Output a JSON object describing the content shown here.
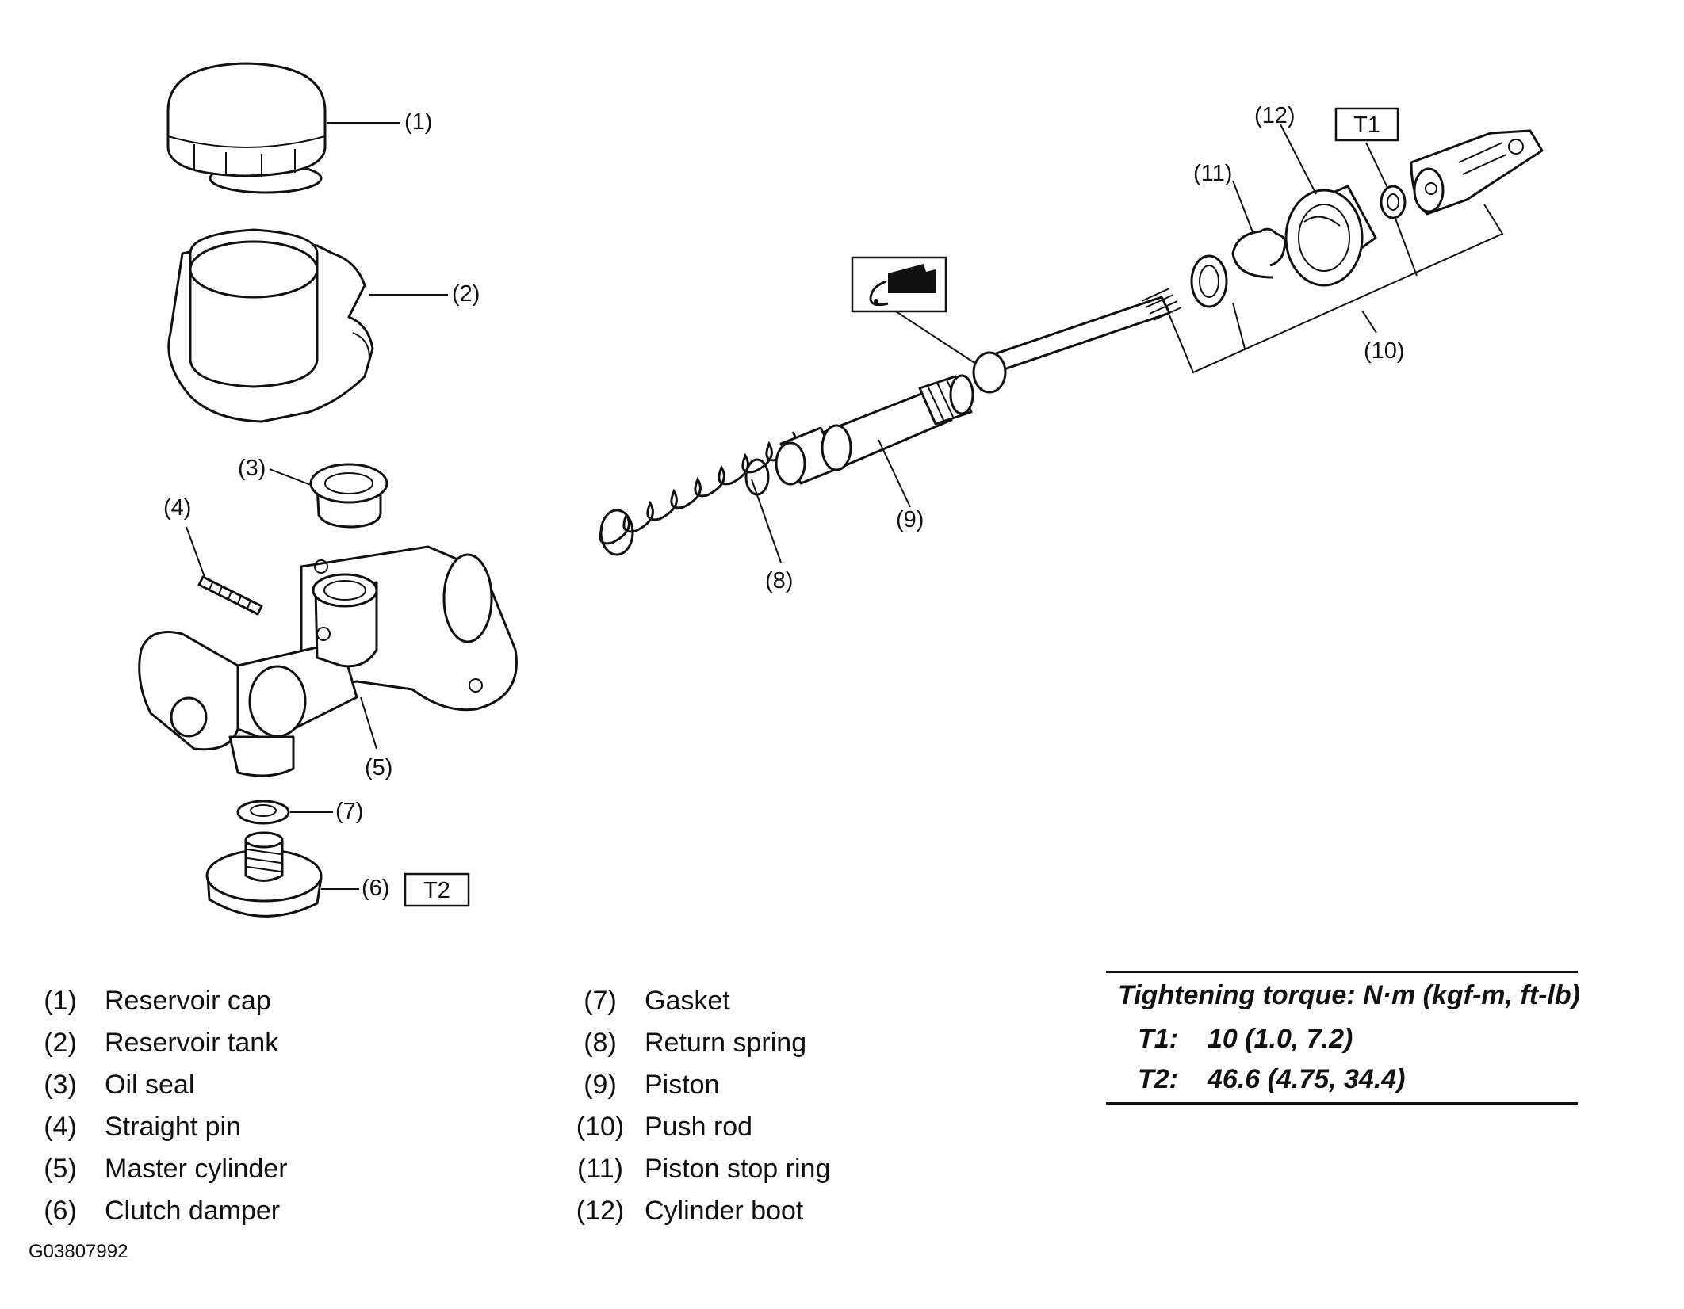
{
  "callouts": {
    "c1": "(1)",
    "c2": "(2)",
    "c3": "(3)",
    "c4": "(4)",
    "c5": "(5)",
    "c6": "(6)",
    "c7": "(7)",
    "c8": "(8)",
    "c9": "(9)",
    "c10": "(10)",
    "c11": "(11)",
    "c12": "(12)"
  },
  "torque_boxes": {
    "t1": "T1",
    "t2": "T2"
  },
  "grease_icon": "grease-applicator-icon",
  "legend": {
    "left": [
      {
        "num": "(1)",
        "name": "Reservoir cap"
      },
      {
        "num": "(2)",
        "name": "Reservoir tank"
      },
      {
        "num": "(3)",
        "name": "Oil seal"
      },
      {
        "num": "(4)",
        "name": "Straight pin"
      },
      {
        "num": "(5)",
        "name": "Master cylinder"
      },
      {
        "num": "(6)",
        "name": "Clutch damper"
      }
    ],
    "right": [
      {
        "num": "(7)",
        "name": "Gasket"
      },
      {
        "num": "(8)",
        "name": "Return spring"
      },
      {
        "num": "(9)",
        "name": "Piston"
      },
      {
        "num": "(10)",
        "name": "Push rod"
      },
      {
        "num": "(11)",
        "name": "Piston stop ring"
      },
      {
        "num": "(12)",
        "name": "Cylinder boot"
      }
    ]
  },
  "torque": {
    "heading": "Tightening torque: N·m (kgf-m, ft-lb)",
    "rows": [
      {
        "key": "T1:",
        "value": "10 (1.0, 7.2)"
      },
      {
        "key": "T2:",
        "value": "46.6 (4.75, 34.4)"
      }
    ]
  },
  "figure_code": "G03807992"
}
